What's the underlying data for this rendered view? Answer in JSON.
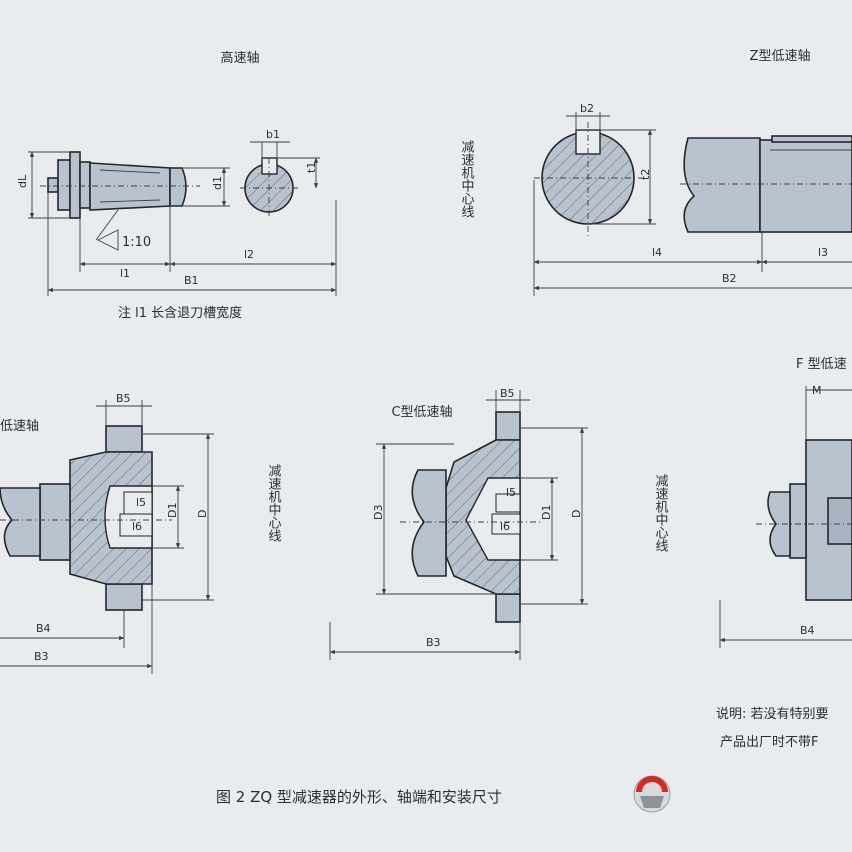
{
  "views": {
    "high_speed": {
      "title": "高速轴",
      "dims": {
        "dL": "dL",
        "d1": "d1",
        "b1": "b1",
        "t1": "t1",
        "taper": "1:10",
        "l1": "l1",
        "l2": "l2",
        "B1": "B1"
      },
      "note": "注 l1 长含退刀槽宽度"
    },
    "z_low": {
      "title": "Z型低速轴",
      "dims": {
        "b2": "b2",
        "t2": "t2",
        "l4": "l4",
        "l3": "l3",
        "B2": "B2"
      }
    },
    "a_low": {
      "title": "低速轴",
      "dims": {
        "B5": "B5",
        "l5": "l5",
        "l6": "l6",
        "D1": "D1",
        "D": "D",
        "B4": "B4",
        "B3": "B3"
      }
    },
    "c_low": {
      "title": "C型低速轴",
      "dims": {
        "B5": "B5",
        "D3": "D3",
        "l5": "l5",
        "l6": "l6",
        "D1": "D1",
        "D": "D",
        "B3": "B3"
      }
    },
    "f_low": {
      "title": "F 型低速",
      "dims": {
        "M": "M",
        "B4": "B4"
      }
    },
    "center_label": "减速机中心线"
  },
  "note_right": {
    "line1": "说明: 若没有特别要",
    "line2": "产品出厂时不带F"
  },
  "caption": "图 2  ZQ 型减速器的外形、轴端和安装尺寸",
  "colors": {
    "paper": "#e9ecee",
    "metal": "#b9c3cf",
    "logo_red": "#d42a22"
  },
  "icons": {
    "logo": "gear-logo-icon"
  }
}
